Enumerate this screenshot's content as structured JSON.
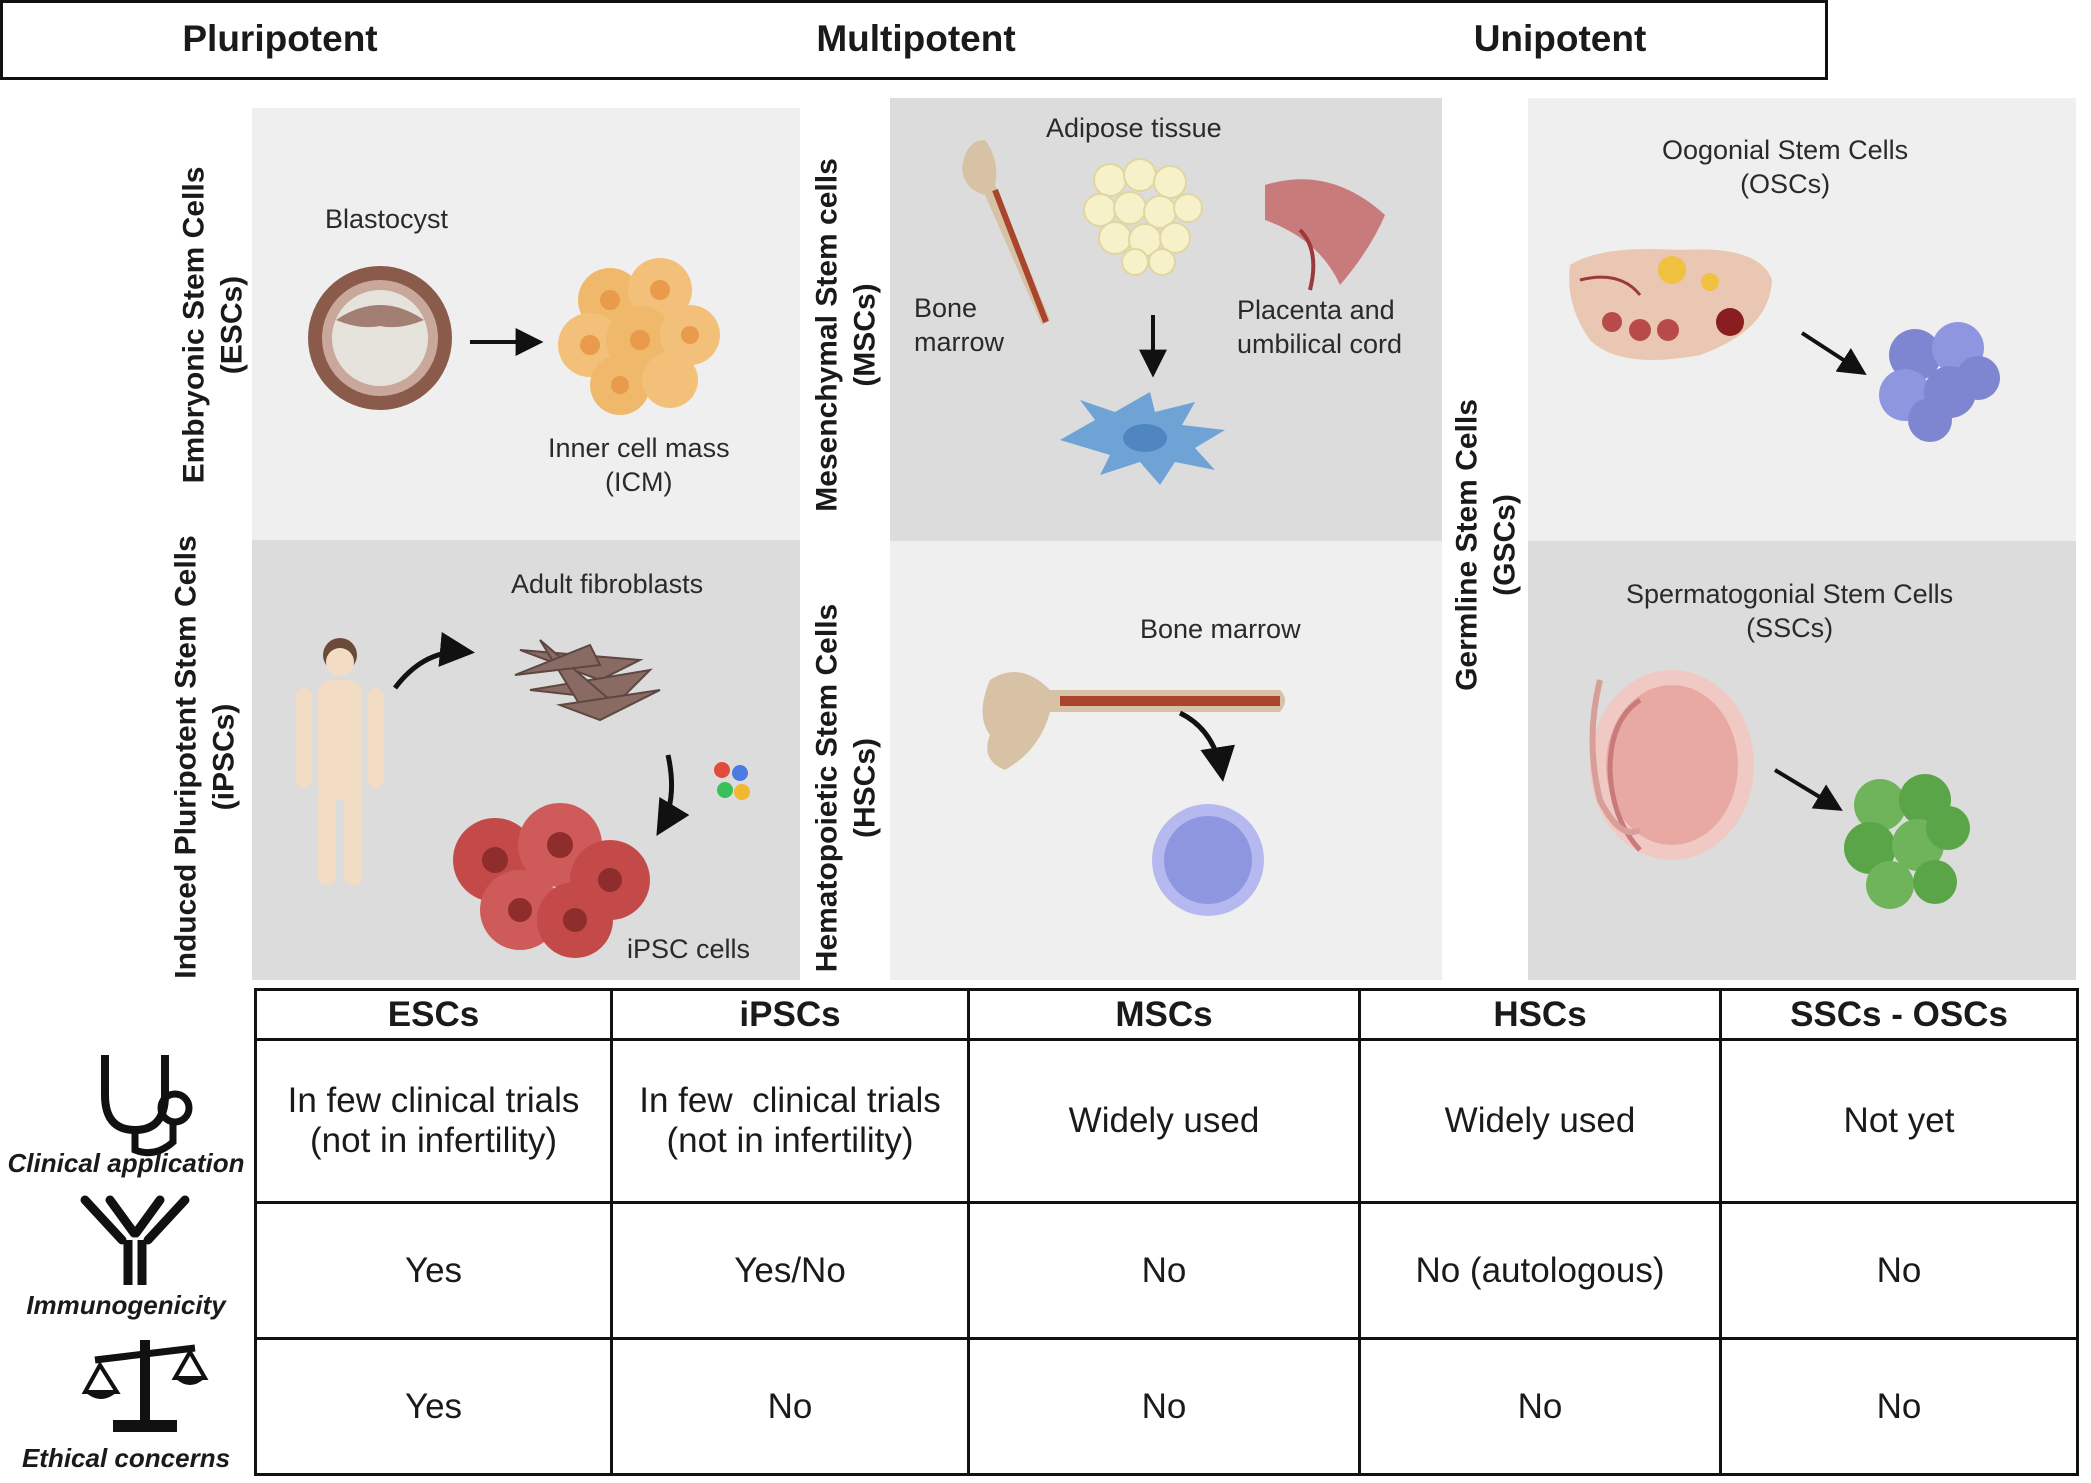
{
  "header": {
    "pluripotent": "Pluripotent",
    "multipotent": "Multipotent",
    "unipotent": "Unipotent"
  },
  "side_labels": {
    "escs": [
      "Embryonic Stem Cells",
      "(ESCs)"
    ],
    "ipscs": [
      "Induced Pluripotent Stem Cells",
      "(iPSCs)"
    ],
    "mscs": [
      "Mesenchymal Stem cells",
      "(MSCs)"
    ],
    "hscs": [
      "Hematopoietic Stem Cells",
      "(HSCs)"
    ],
    "gscs": [
      "Germline Stem Cells",
      "(GSCs)"
    ]
  },
  "panels": {
    "esc": {
      "blastocyst": "Blastocyst",
      "icm": [
        "Inner cell mass",
        "(ICM)"
      ]
    },
    "ipsc": {
      "fibroblasts": "Adult fibroblasts",
      "cells": "iPSC cells"
    },
    "msc": {
      "adipose": "Adipose tissue",
      "bone_marrow": [
        "Bone",
        "marrow"
      ],
      "placenta": [
        "Placenta and",
        "umbilical cord"
      ]
    },
    "hsc": {
      "bone_marrow": "Bone marrow"
    },
    "osc": {
      "title": [
        "Oogonial Stem Cells",
        "(OSCs)"
      ]
    },
    "ssc": {
      "title": [
        "Spermatogonial Stem Cells",
        "(SSCs)"
      ]
    }
  },
  "table": {
    "columns": [
      "ESCs",
      "iPSCs",
      "MSCs",
      "HSCs",
      "SSCs - OSCs"
    ],
    "rows": [
      {
        "label": "Clinical application",
        "icon": "stethoscope-icon",
        "cells": [
          [
            "In few clinical trials",
            "(not in infertility)"
          ],
          [
            "In few  clinical trials",
            "(not in infertility)"
          ],
          [
            "Widely used"
          ],
          [
            "Widely used"
          ],
          [
            "Not yet"
          ]
        ]
      },
      {
        "label": "Immunogenicity",
        "icon": "antibody-icon",
        "cells": [
          [
            "Yes"
          ],
          [
            "Yes/No"
          ],
          [
            "No"
          ],
          [
            "No (autologous)"
          ],
          [
            "No"
          ]
        ]
      },
      {
        "label": "Ethical concerns",
        "icon": "scales-icon",
        "cells": [
          [
            "Yes"
          ],
          [
            "No"
          ],
          [
            "No"
          ],
          [
            "No"
          ],
          [
            "No"
          ]
        ]
      }
    ]
  },
  "colors": {
    "panel_light": "#efefef",
    "panel_dark": "#dcdcdc",
    "cell_orange": "#f3c07a",
    "ipsc_red": "#c44a4a",
    "msc_blue": "#6fa3d6",
    "hsc_purple": "#8f96e0",
    "osc_blue": "#7f86d1",
    "ssc_green": "#6fb35a"
  }
}
